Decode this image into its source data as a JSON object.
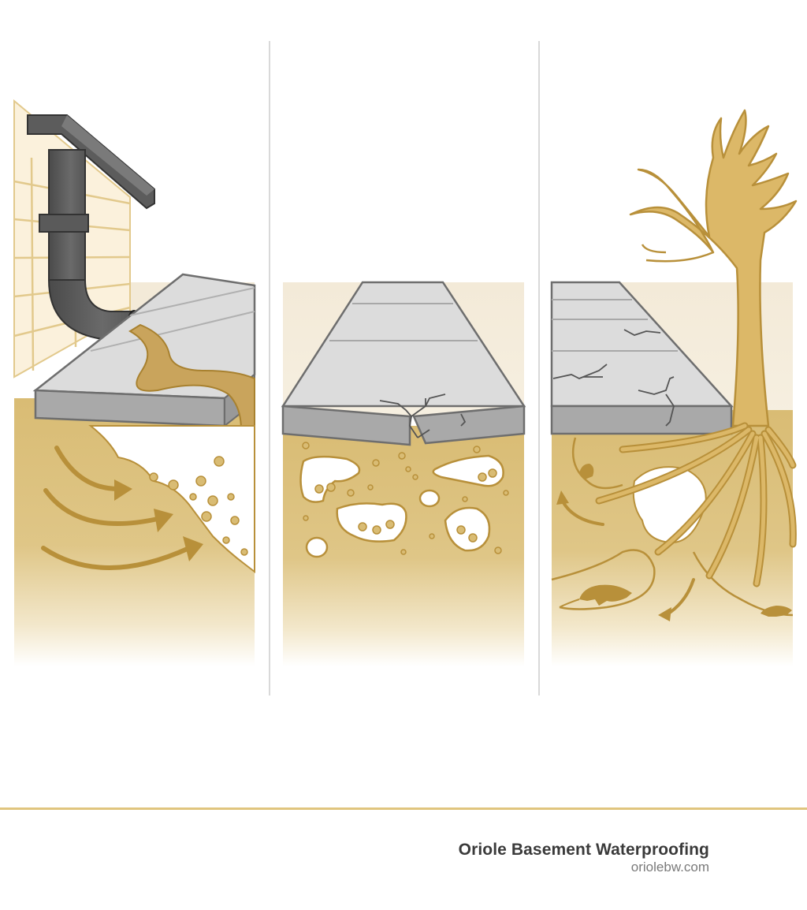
{
  "figure": {
    "panels": [
      {
        "id": "gutter-runoff",
        "elements": [
          "house-siding-wall",
          "gutter",
          "downspout",
          "water-runoff",
          "concrete-slab",
          "eroded-soil",
          "soil-particles",
          "soil-pressure-arrows"
        ]
      },
      {
        "id": "soil-voids",
        "elements": [
          "concrete-slab",
          "slab-crack",
          "soil-voids",
          "soil-particles"
        ]
      },
      {
        "id": "tree-roots-pests",
        "elements": [
          "concrete-slab",
          "slab-cracks",
          "tree",
          "tree-roots",
          "rodents",
          "burrow-tunnels",
          "movement-arrows"
        ]
      }
    ]
  },
  "colors": {
    "soil": "#d9bc74",
    "soil_outline": "#b8903a",
    "background_band": "#f3ead8",
    "concrete_top": "#dcdcdc",
    "concrete_side": "#a9a9a9",
    "concrete_outline": "#6e6e6e",
    "downspout": "#5a5a5a",
    "water": "#c9a45c",
    "siding": "#fbf1dc",
    "accent_line": "#e0c57e"
  },
  "footer": {
    "brand_name": "Oriole Basement Waterproofing",
    "brand_url": "oriolebw.com"
  }
}
